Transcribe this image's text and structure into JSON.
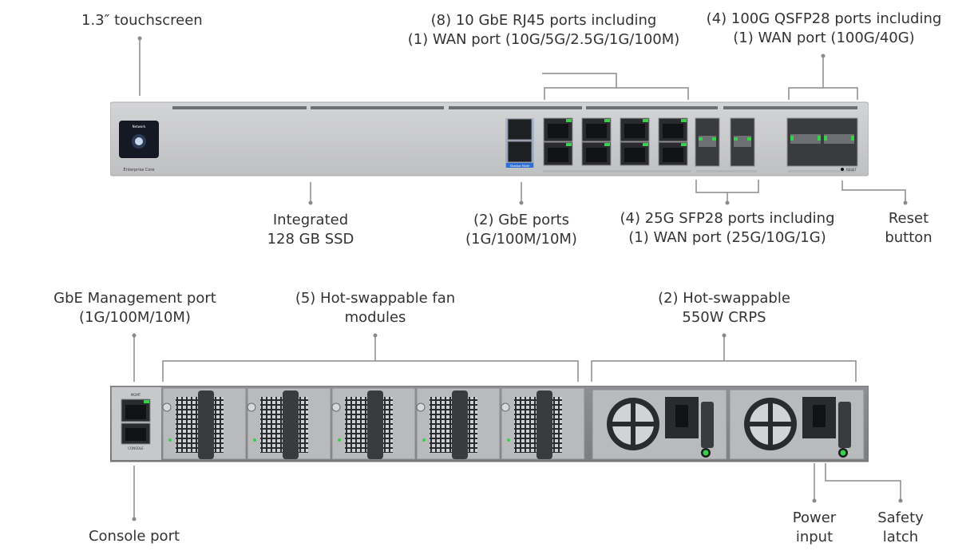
{
  "front": {
    "touchscreen": {
      "line1": "1.3″ touchscreen"
    },
    "rj45": {
      "line1": "(8) 10 GbE RJ45 ports including",
      "line2": "(1) WAN port (10G/5G/2.5G/1G/100M)"
    },
    "qsfp": {
      "line1": "(4) 100G QSFP28 ports including",
      "line2": "(1) WAN port (100G/40G)"
    },
    "ssd": {
      "line1": "Integrated",
      "line2": "128 GB SSD"
    },
    "gbe": {
      "line1": "(2) GbE ports",
      "line2": "(1G/100M/10M)"
    },
    "sfp": {
      "line1": "(4) 25G SFP28 ports including",
      "line2": "(1) WAN port (25G/10G/1G)"
    },
    "reset": {
      "line1": "Reset",
      "line2": "button"
    },
    "device": {
      "screen_label": "Network",
      "brand": "Enterprise Core",
      "shadow_mode": "Shadow Mode",
      "reset_text": "RESET"
    }
  },
  "rear": {
    "mgmt": {
      "line1": "GbE Management port",
      "line2": "(1G/100M/10M)"
    },
    "fans": {
      "line1": "(5) Hot-swappable fan",
      "line2": "modules"
    },
    "psu": {
      "line1": "(2) Hot-swappable",
      "line2": "550W CRPS"
    },
    "console": {
      "line1": "Console port"
    },
    "power": {
      "line1": "Power",
      "line2": "input"
    },
    "latch": {
      "line1": "Safety",
      "line2": "latch"
    },
    "device": {
      "mgmt_text": "MGMT",
      "console_text": "CONSOLE"
    }
  },
  "colors": {
    "chassis": "#c9cacc",
    "chassis_dark": "#a9aaad",
    "led_green": "#35d24a",
    "accent_blue": "#2f6fd6",
    "leader": "#8a8a8a"
  }
}
